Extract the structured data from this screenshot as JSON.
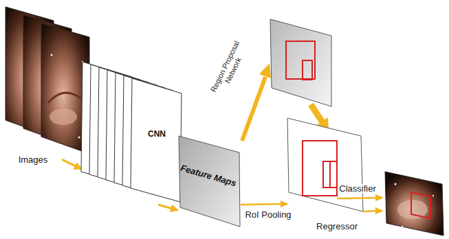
{
  "diagram": {
    "nodes": [
      {
        "text": [
          "Images"
        ]
      },
      {
        "text": [
          "CNN"
        ]
      },
      {
        "text": [
          "Feature Maps"
        ]
      }
    ],
    "edges": [
      {
        "from": 0,
        "to": 1,
        "arrow": "to"
      },
      {
        "from": 1,
        "to": 2,
        "arrow": "to"
      }
    ],
    "labels": [
      "Region Proposal Network",
      "RoI Pooling",
      "Classifier",
      "Regressor"
    ]
  }
}
